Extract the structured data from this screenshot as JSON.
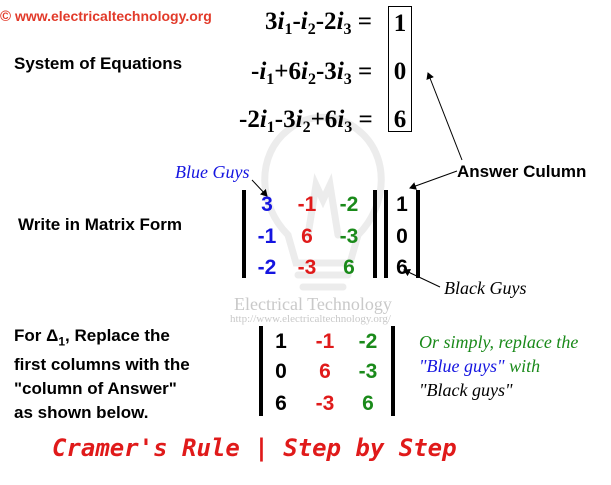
{
  "source": {
    "copyright": "©",
    "site": "www.electricaltechnology.org"
  },
  "labels": {
    "system": "System of Equations",
    "matrix_form": "Write in Matrix Form",
    "answer_column": "Answer Culumn",
    "blue_guys": "Blue Guys",
    "black_guys": "Black Guys"
  },
  "equations": [
    {
      "parts": [
        "3",
        "i",
        "1",
        "-",
        "i",
        "2",
        "-2",
        "i",
        "3",
        " ="
      ]
    },
    {
      "parts": [
        "-",
        "i",
        "1",
        "+6",
        "i",
        "2",
        "-3",
        "i",
        "3",
        " ="
      ]
    },
    {
      "parts": [
        "-2",
        "i",
        "1",
        "-3",
        "i",
        "2",
        "+6",
        "i",
        "3",
        " ="
      ]
    }
  ],
  "answers": [
    "1",
    "0",
    "6"
  ],
  "coefficient_matrix": [
    [
      "3",
      "-1",
      "-2"
    ],
    [
      "-1",
      "6",
      "-3"
    ],
    [
      "-2",
      "-3",
      "6"
    ]
  ],
  "answer_vector": [
    "1",
    "0",
    "6"
  ],
  "delta1_matrix": [
    [
      "1",
      "-1",
      "-2"
    ],
    [
      "0",
      "6",
      "-3"
    ],
    [
      "6",
      "-3",
      "6"
    ]
  ],
  "instruction": {
    "line1": "For  Δ",
    "sub": "1",
    "line1b": ",  Replace  the",
    "line2": "first columns with the",
    "line3": "\"column  of  Answer\"",
    "line4": "as shown below."
  },
  "note": {
    "line1": "Or simply, replace the",
    "line2a": "\"Blue guys\"",
    "line2b": " with",
    "line3a": "\"Black guys\"",
    "line3b": ""
  },
  "watermark": {
    "title": "Electrical Technology",
    "url": "http://www.electricaltechnology.org/"
  },
  "footer": "Cramer's Rule | Step by Step",
  "colors": {
    "blue": "#1515e0",
    "red": "#e01a1a",
    "green": "#1a8a1a",
    "site": "#e23a2a"
  }
}
